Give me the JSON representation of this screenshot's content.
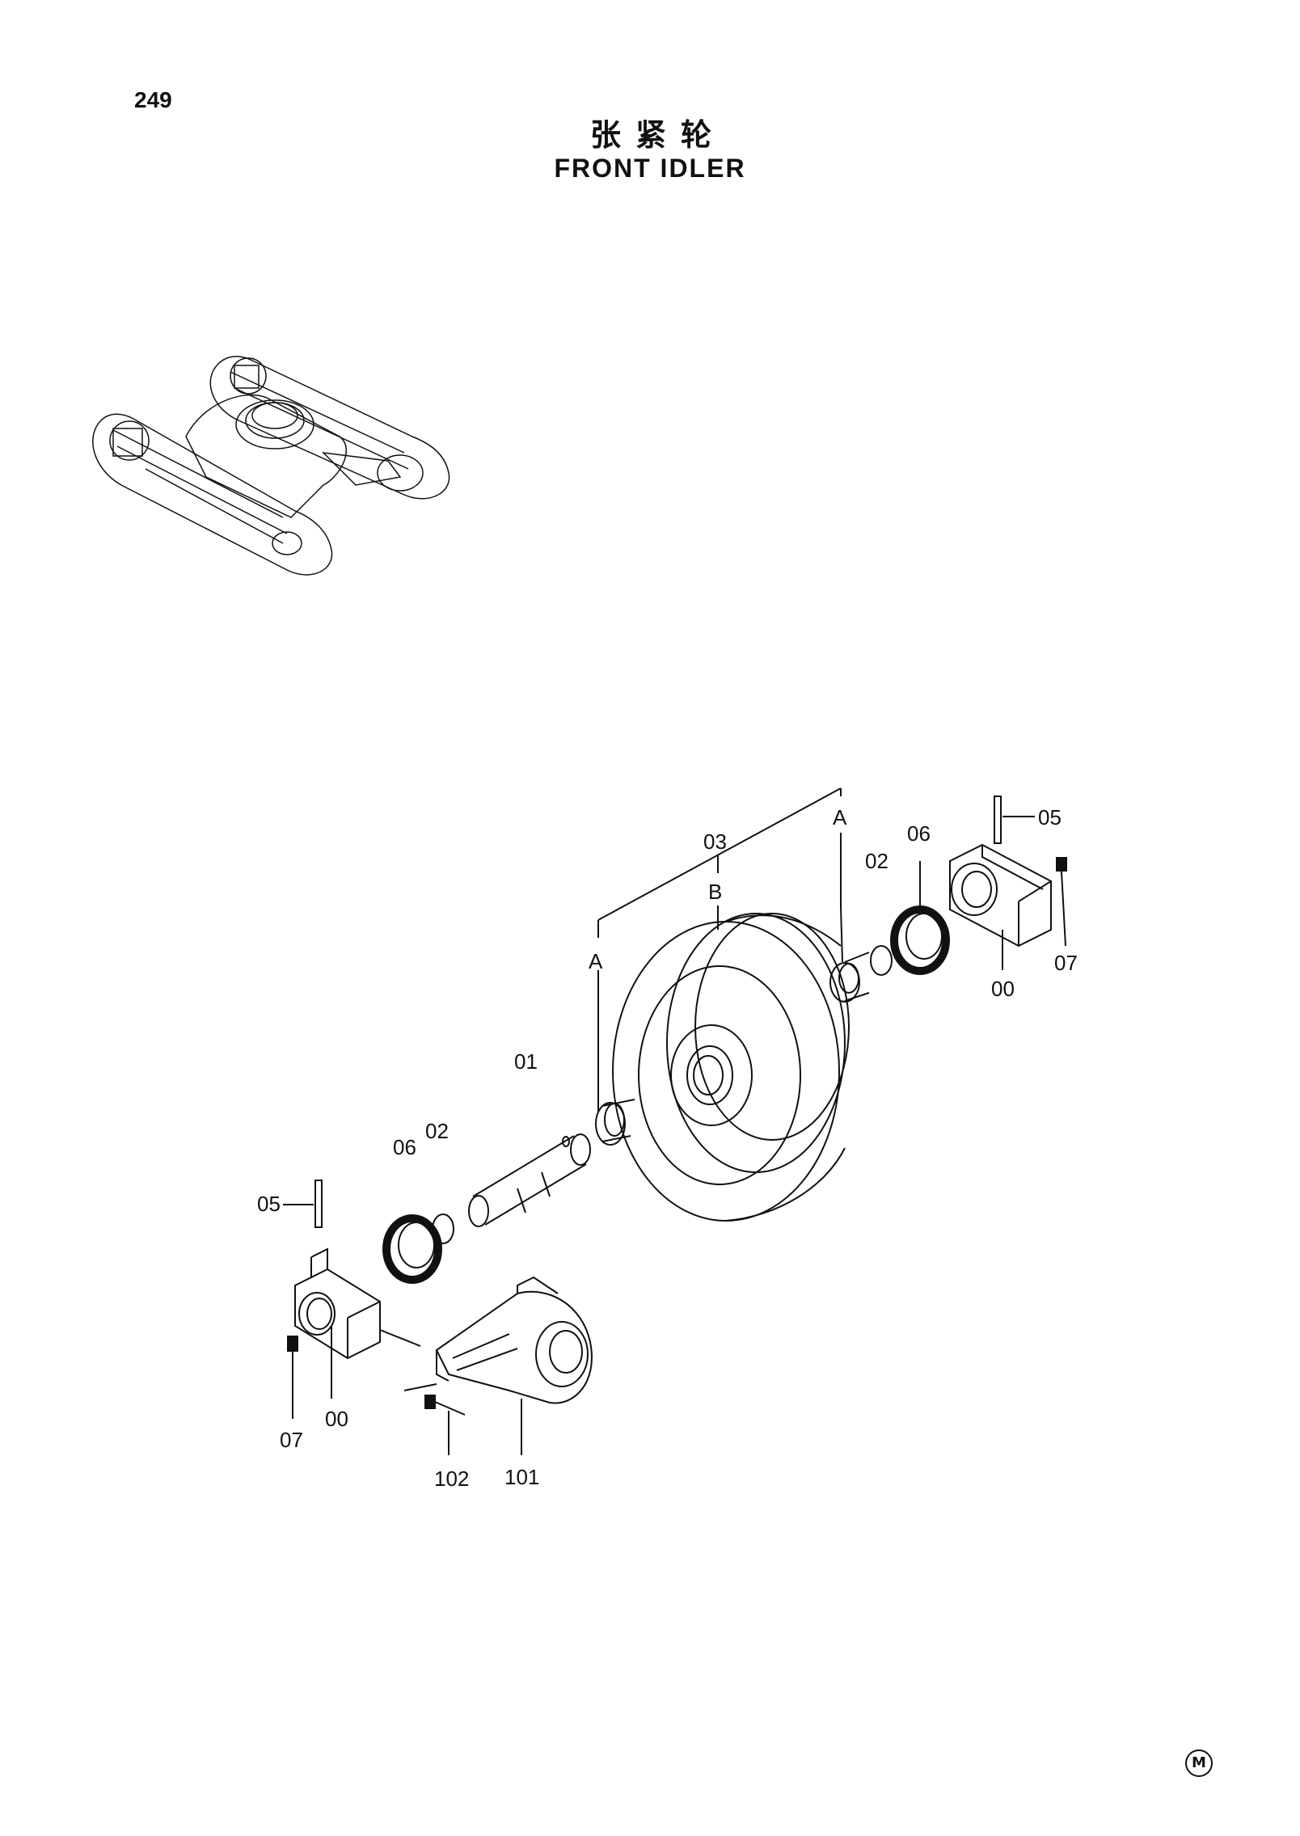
{
  "header": {
    "page_number": "249",
    "title_cn": "张紧轮",
    "title_en": "FRONT IDLER"
  },
  "callouts": {
    "shaft": "01",
    "oring_left": "02",
    "oring_right": "02",
    "idler_wheel": "03",
    "group_b": "B",
    "group_a_left": "A",
    "group_a_right": "A",
    "pin_left": "05",
    "pin_right": "05",
    "seal_left": "06",
    "seal_right": "06",
    "plug_left": "07",
    "plug_right": "07",
    "bearing_left": "00",
    "bearing_right": "00",
    "bolt": "102",
    "yoke": "101"
  },
  "footer": {
    "mark": "M"
  }
}
